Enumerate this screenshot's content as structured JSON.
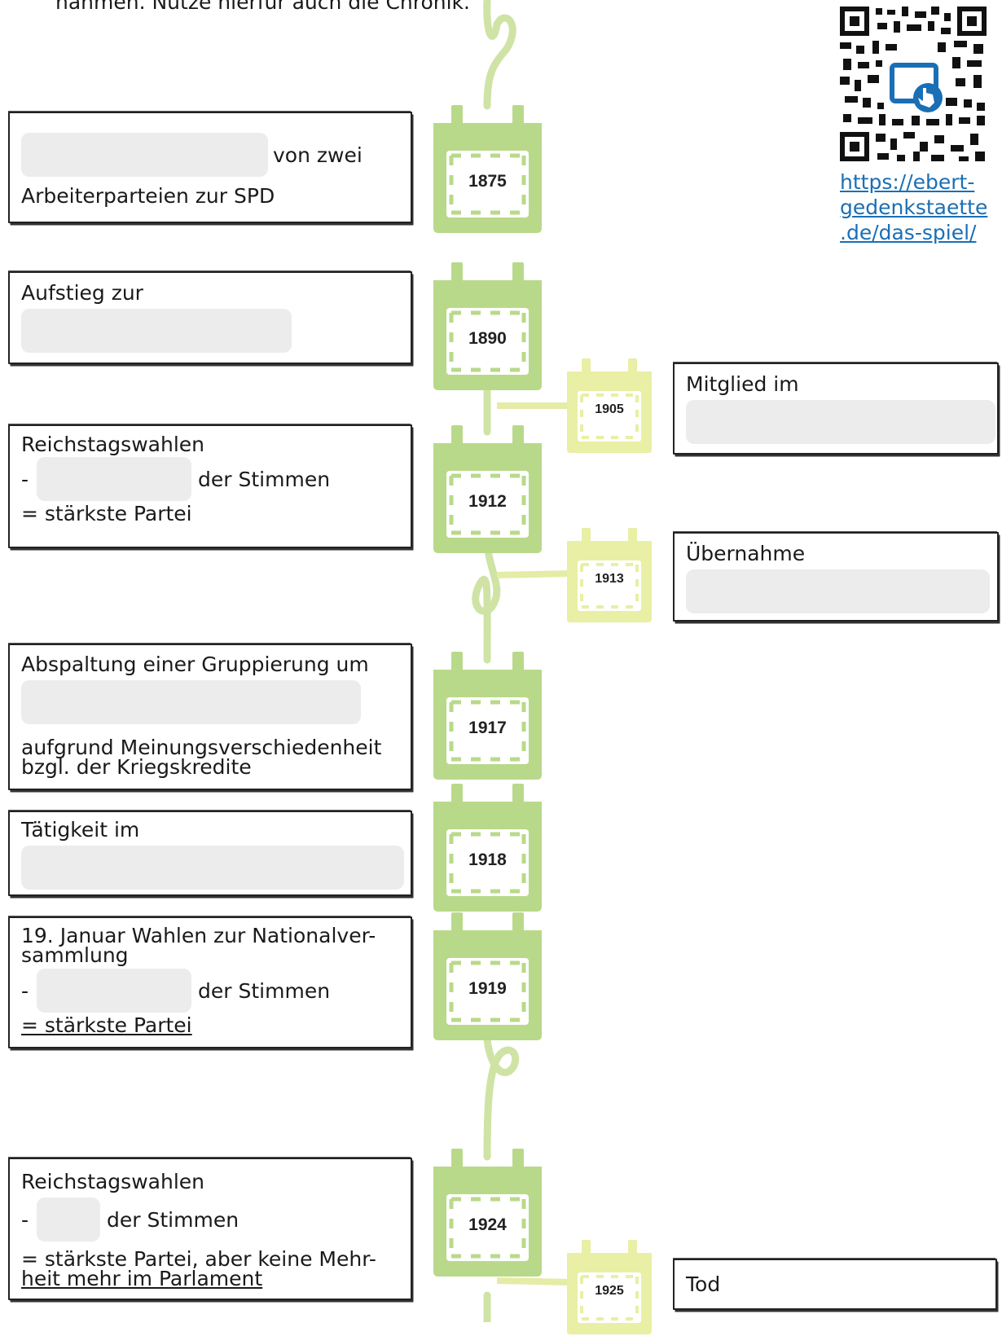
{
  "intro_text": "nahmen. Nutze hierfür auch die Chronik.",
  "qr": {
    "link_lines": [
      "https://ebert-",
      "gedenkstaette",
      ".de/das-spiel/"
    ],
    "icon": "qr-code-icon",
    "badge_icon": "tap-screen-icon",
    "accent": "#1a6fb5"
  },
  "colors": {
    "calendar_main": "#b9d98a",
    "calendar_secondary": "#e9efa4",
    "box_border": "#222222",
    "blank_fill": "#ececec"
  },
  "timeline": [
    {
      "year": "1875"
    },
    {
      "year": "1890"
    },
    {
      "year": "1905"
    },
    {
      "year": "1912"
    },
    {
      "year": "1913"
    },
    {
      "year": "1917"
    },
    {
      "year": "1918"
    },
    {
      "year": "1919"
    },
    {
      "year": "1924"
    },
    {
      "year": "1925"
    }
  ],
  "boxes": {
    "b1875": {
      "after": "von zwei",
      "line2": "Arbeiterparteien zur SPD"
    },
    "b1890": {
      "line1": "Aufstieg zur"
    },
    "b1905": {
      "line1": "Mitglied im"
    },
    "b1912": {
      "line1": "Reichstagswahlen",
      "dash": "-",
      "after": "der Stimmen",
      "line3": "= stärkste Partei"
    },
    "b1913": {
      "line1": "Übernahme"
    },
    "b1917": {
      "line1": "Abspaltung einer Gruppierung um",
      "line3": "aufgrund Meinungsverschiedenheit",
      "line4": "bzgl. der Kriegskredite"
    },
    "b1918": {
      "line1": "Tätigkeit im"
    },
    "b1919": {
      "line1": "19. Januar Wahlen zur Nationalver-",
      "line1b": "sammlung",
      "dash": "-",
      "after": "der Stimmen",
      "line3": "= stärkste Partei"
    },
    "b1924": {
      "line1": "Reichstagswahlen",
      "dash": "-",
      "after": "der Stimmen",
      "line3": "= stärkste Partei, aber keine Mehr-",
      "line4": "heit mehr im Parlament"
    },
    "b1925": {
      "line1": "Tod"
    }
  }
}
